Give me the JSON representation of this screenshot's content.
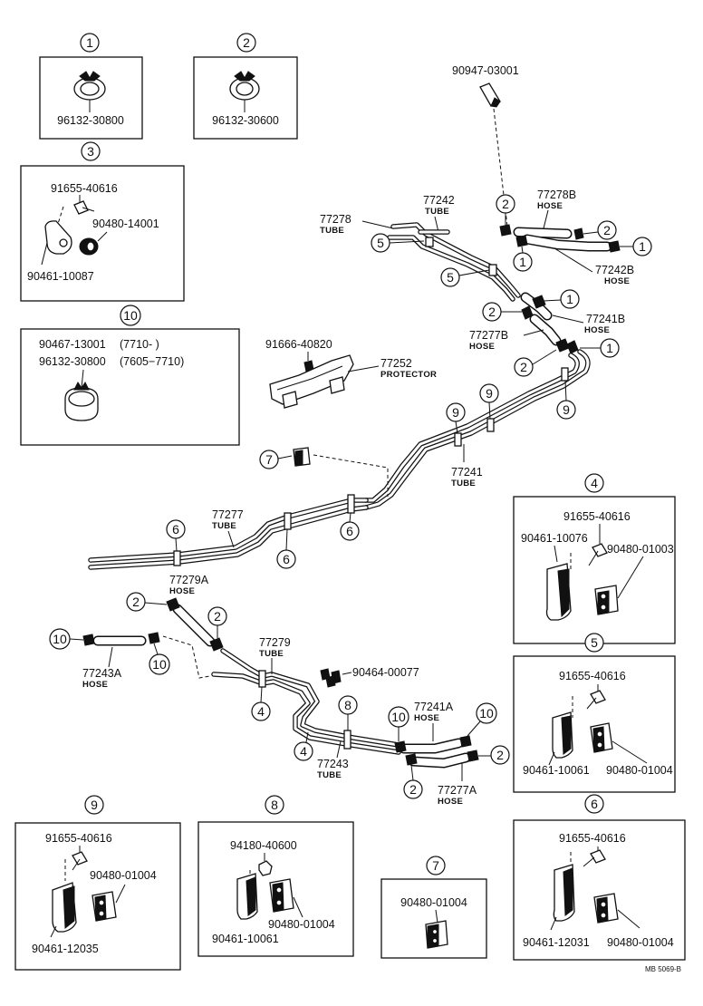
{
  "callouts": {
    "c1": "1",
    "c2": "2",
    "c3": "3",
    "c4": "4",
    "c5": "5",
    "c6": "6",
    "c7": "7",
    "c8": "8",
    "c9": "9",
    "c10": "10"
  },
  "boxes": {
    "box1": {
      "part": "96132-30800"
    },
    "box2": {
      "part": "96132-30600"
    },
    "box3": {
      "bolt": "91655-40616",
      "cushion": "90480-14001",
      "clamp": "90461-10087"
    },
    "box10": {
      "line1_part": "90467-13001",
      "line1_range": "(7710-         )",
      "line2_part": "96132-30800",
      "line2_range": "(7605−7710)"
    },
    "box4": {
      "bolt": "91655-40616",
      "clamp": "90461-10076",
      "cushion": "90480-01003"
    },
    "box5": {
      "bolt": "91655-40616",
      "clamp": "90461-10061",
      "cushion": "90480-01004"
    },
    "box9": {
      "bolt": "91655-40616",
      "cushion": "90480-01004",
      "clamp": "90461-12035"
    },
    "box8": {
      "nut": "94180-40600",
      "clamp": "90461-10061",
      "cushion": "90480-01004"
    },
    "box7": {
      "cushion": "90480-01004"
    },
    "box6": {
      "bolt": "91655-40616",
      "clamp": "90461-12031",
      "cushion": "90480-01004"
    }
  },
  "parts": {
    "p90947": "90947-03001",
    "p77242": "77242",
    "p77242_t": "TUBE",
    "p77278": "77278",
    "p77278_t": "TUBE",
    "p77278B": "77278B",
    "p77278B_t": "HOSE",
    "p77242B": "77242B",
    "p77242B_t": "HOSE",
    "p77241B": "77241B",
    "p77241B_t": "HOSE",
    "p77277B": "77277B",
    "p77277B_t": "HOSE",
    "p91666": "91666-40820",
    "p77252": "77252",
    "p77252_t": "PROTECTOR",
    "p77241": "77241",
    "p77241_t": "TUBE",
    "p77277": "77277",
    "p77277_t": "TUBE",
    "p77279A": "77279A",
    "p77279A_t": "HOSE",
    "p77279": "77279",
    "p77279_t": "TUBE",
    "p90464": "90464-00077",
    "p77243A": "77243A",
    "p77243A_t": "HOSE",
    "p77241A": "77241A",
    "p77241A_t": "HOSE",
    "p77243": "77243",
    "p77243_t": "TUBE",
    "p77277A": "77277A",
    "p77277A_t": "HOSE"
  },
  "footer": {
    "code": "MB 5069-B"
  }
}
